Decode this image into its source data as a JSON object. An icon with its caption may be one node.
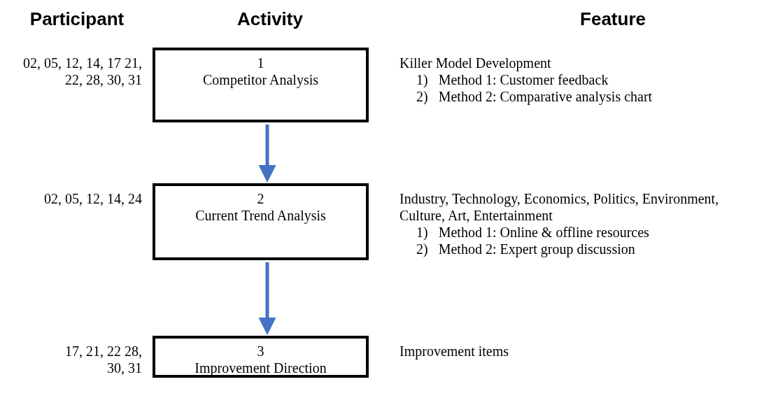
{
  "diagram": {
    "nodes": [
      {
        "text": [
          "1",
          "Competitor Analysis"
        ],
        "beside": [
          "02, 05, 12, 14, 17 21, 22, 28, 30, 31",
          "Killer Model Development",
          "1)   Method 1: Customer feedback",
          "2)   Method 2: Comparative analysis chart"
        ]
      },
      {
        "text": [
          "2",
          "Current Trend Analysis"
        ],
        "beside": [
          "02, 05, 12, 14, 24",
          "Industry, Technology, Economics, Politics, Environment, Culture, Art, Entertainment",
          "1)   Method 1: Online & offline resources",
          "2)   Method 2: Expert group discussion"
        ]
      },
      {
        "text": [
          "3",
          "Improvement Direction"
        ],
        "beside": [
          "17, 21, 22 28, 30, 31",
          "Improvement items"
        ]
      }
    ],
    "edges": [
      {
        "from": 0,
        "to": 1,
        "arrow": "to"
      },
      {
        "from": 1,
        "to": 2,
        "arrow": "to"
      }
    ],
    "labels": [
      "Participant",
      "Activity",
      "Feature"
    ]
  }
}
